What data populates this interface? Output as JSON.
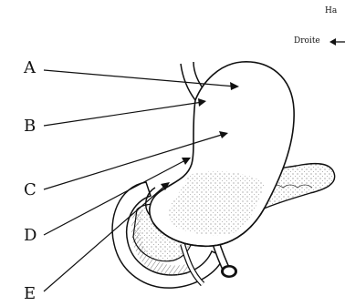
{
  "orientation": {
    "haut_label": "Ha",
    "droite_label": "Droite"
  },
  "labels": [
    {
      "id": "A",
      "text": "A"
    },
    {
      "id": "B",
      "text": "B"
    },
    {
      "id": "C",
      "text": "C"
    },
    {
      "id": "D",
      "text": "D"
    },
    {
      "id": "E",
      "text": "E"
    }
  ],
  "colors": {
    "ink": "#111111",
    "background": "#ffffff",
    "shading": "#bdbdbd"
  }
}
